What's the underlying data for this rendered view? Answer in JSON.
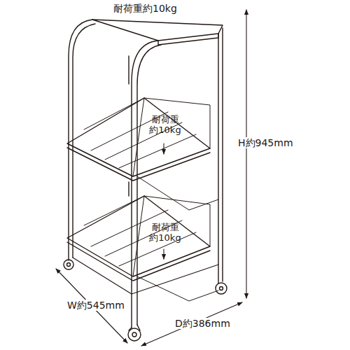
{
  "diagram": {
    "labels": [
      "耐荷重約10kg",
      "耐荷重 約10kg",
      "耐荷重 約10kg",
      "H約945mm",
      "W約545mm",
      "D約386mm"
    ]
  }
}
